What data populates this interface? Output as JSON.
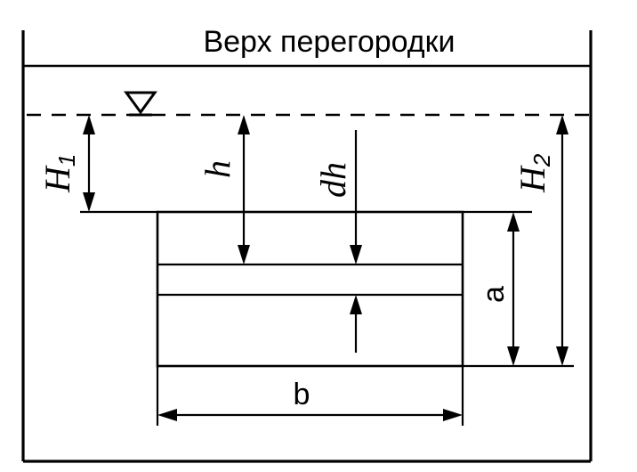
{
  "title": "Верх перегородки",
  "labels": {
    "H1_main": "H",
    "H1_sub": "1",
    "h": "h",
    "dh": "dh",
    "H2_main": "H",
    "H2_sub": "2",
    "a": "a",
    "b": "b"
  },
  "icons": {
    "water_level": "water-level-triangle-icon"
  }
}
